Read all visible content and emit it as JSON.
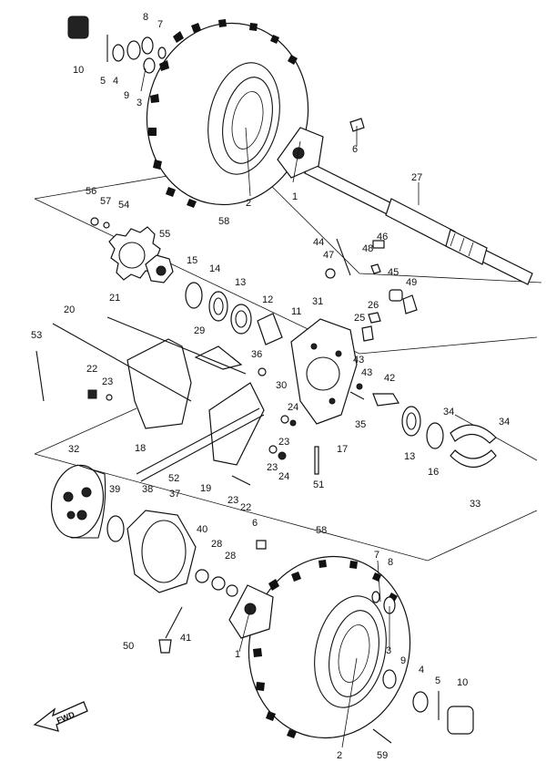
{
  "figure": {
    "callouts": [
      "1",
      "2",
      "3",
      "4",
      "5",
      "6",
      "7",
      "8",
      "9",
      "10",
      "11",
      "12",
      "13",
      "14",
      "15",
      "16",
      "17",
      "18",
      "19",
      "20",
      "21",
      "22",
      "23",
      "24",
      "25",
      "26",
      "27",
      "28",
      "29",
      "30",
      "31",
      "32",
      "33",
      "34",
      "35",
      "36",
      "37",
      "38",
      "39",
      "40",
      "41",
      "42",
      "43",
      "44",
      "45",
      "46",
      "47",
      "48",
      "49",
      "50",
      "51",
      "52",
      "53",
      "54",
      "55",
      "56",
      "57",
      "58",
      "59"
    ],
    "fwd_label": "FWD"
  }
}
